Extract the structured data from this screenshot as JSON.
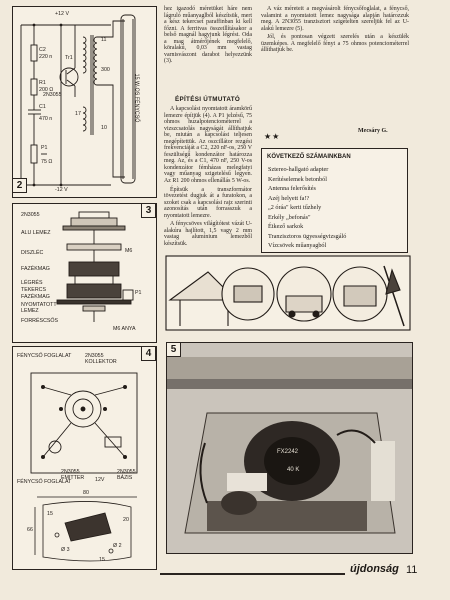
{
  "article": {
    "col1_text": "hez igazodó méretüket háre nem lágruló műanyaglból készítsük, mert a kész tekercset paraffinban ki kell főzni. A ferritvas összeillításakor a belső magnál hagyjunk légrést. Oda a mag átmérőjének megfelelő, köralakú, 0,03 mm vastag varnisvászont darabot helyezzünk (3).",
    "section_title": "ÉPÍTÉSI ÚTMUTATÓ",
    "col1_text2": "A kapcsolást nyomtatott áramkörű lemezre építjük (4). A P1 jelzésű, 75 ohmos huzalpotenciométerrel a vizszcsatolás nagyságát állíthatjuk be, miután a kapcsolást teljesen megépítettük. Az oszcillátor rezgési frekvenciáját a C2, 220 nF-os, 250 V feszültségű kondenzátor határozza meg. Az, és a C1, 470 nF, 250 V-os kondenzátor fémházas melegfatyi vagy műanyag szigetelésű legyen. Az R1 200 ohmos ellenállás 5 W-os.",
    "col1_text3": "Építsük a transzformátor tövezetést dugjuk át a furatokon, a szoket csak a kapcsolási rajz szerinti azonosítás után forrasszuk a nyomtatott lemezre.",
    "col1_text4": "A fénycsöves világítótest vázát U-alakúra hajlított, 1,5 vagy 2 mm vastag alumínium lemezből készítsük.",
    "col2_text": "A váz méreteit a megvásárolt fénycsőfoglalat, a fénycső, valamint a nyomtatott lemez nagysága alapján határozzuk meg. A 2N3055 tranzisztort szigetelten szereljük fel az U-alakú lemezre (5).",
    "col2_text2": "Jól, és pontosan végzett szerelés után a készülék üzemképes. A megfelelő fényt a 75 ohmos potenciométerrel állíthatjuk be.",
    "signature": "Mecsáry G.",
    "stars": "★★"
  },
  "next_issue": {
    "title": "KÖVETKEZŐ SZÁMAINKBAN",
    "items": [
      "Sztereo-hallgató adapter",
      "Kerítéselemek betonból",
      "Antenna felerősítés",
      "Azéj helyett fa!?",
      "„2 óráa\" kerti tűzhely",
      "Erkély „befonás\"",
      "Étkező sarkok",
      "Tranzisztoros ügyességvizsgáló",
      "Vízcsövek műanyagból"
    ]
  },
  "fig2": {
    "number": "2",
    "v_top": "+12 V",
    "v_bot": "-12 V",
    "c2": "C2",
    "c2_val": "220 n",
    "r1": "R1",
    "r1_val": "200 Ω",
    "c1": "C1",
    "c1_val": "470 n",
    "p1": "P1",
    "p1_val": "75 Ω",
    "tr": "Tr1",
    "tr_type": "2N3055",
    "tube": "15 W-OS FÉNYCSŐ",
    "w1": "300",
    "w2": "11",
    "w3": "17",
    "w4": "10"
  },
  "fig3": {
    "number": "3",
    "l1": "2N3055",
    "l2": "ALU LEMEZ",
    "l3": "DISZLÉC",
    "l4": "M6",
    "l5": "FAZÉKMAG",
    "l6": "LÉGRÉS",
    "l7": "TEKERCS",
    "l8": "FAZÉKMAG",
    "l9": "NYOMTATOTT LEMEZ",
    "l10": "FORRÉSCSŐS",
    "l11": "P1",
    "l12": "M6 ANYA"
  },
  "fig4": {
    "number": "4",
    "l1": "FÉNYCSŐ FOGLALAT",
    "l2": "2N3055 KOLLEKTOR",
    "l3": "FÉNYCSŐ FOGLALAT",
    "l4": "2N3055 EMITTER",
    "l5": "12V",
    "l6": "2N3055 BÁZIS",
    "d1": "80",
    "d2": "66",
    "d3": "15",
    "d4": "Ø 2",
    "d5": "Ø 3",
    "d6": "20",
    "d7": "15"
  },
  "fig5": {
    "number": "5",
    "part": "FX2242",
    "part2": "40 K"
  },
  "footer": {
    "brand": "újdonság",
    "page": "11"
  }
}
